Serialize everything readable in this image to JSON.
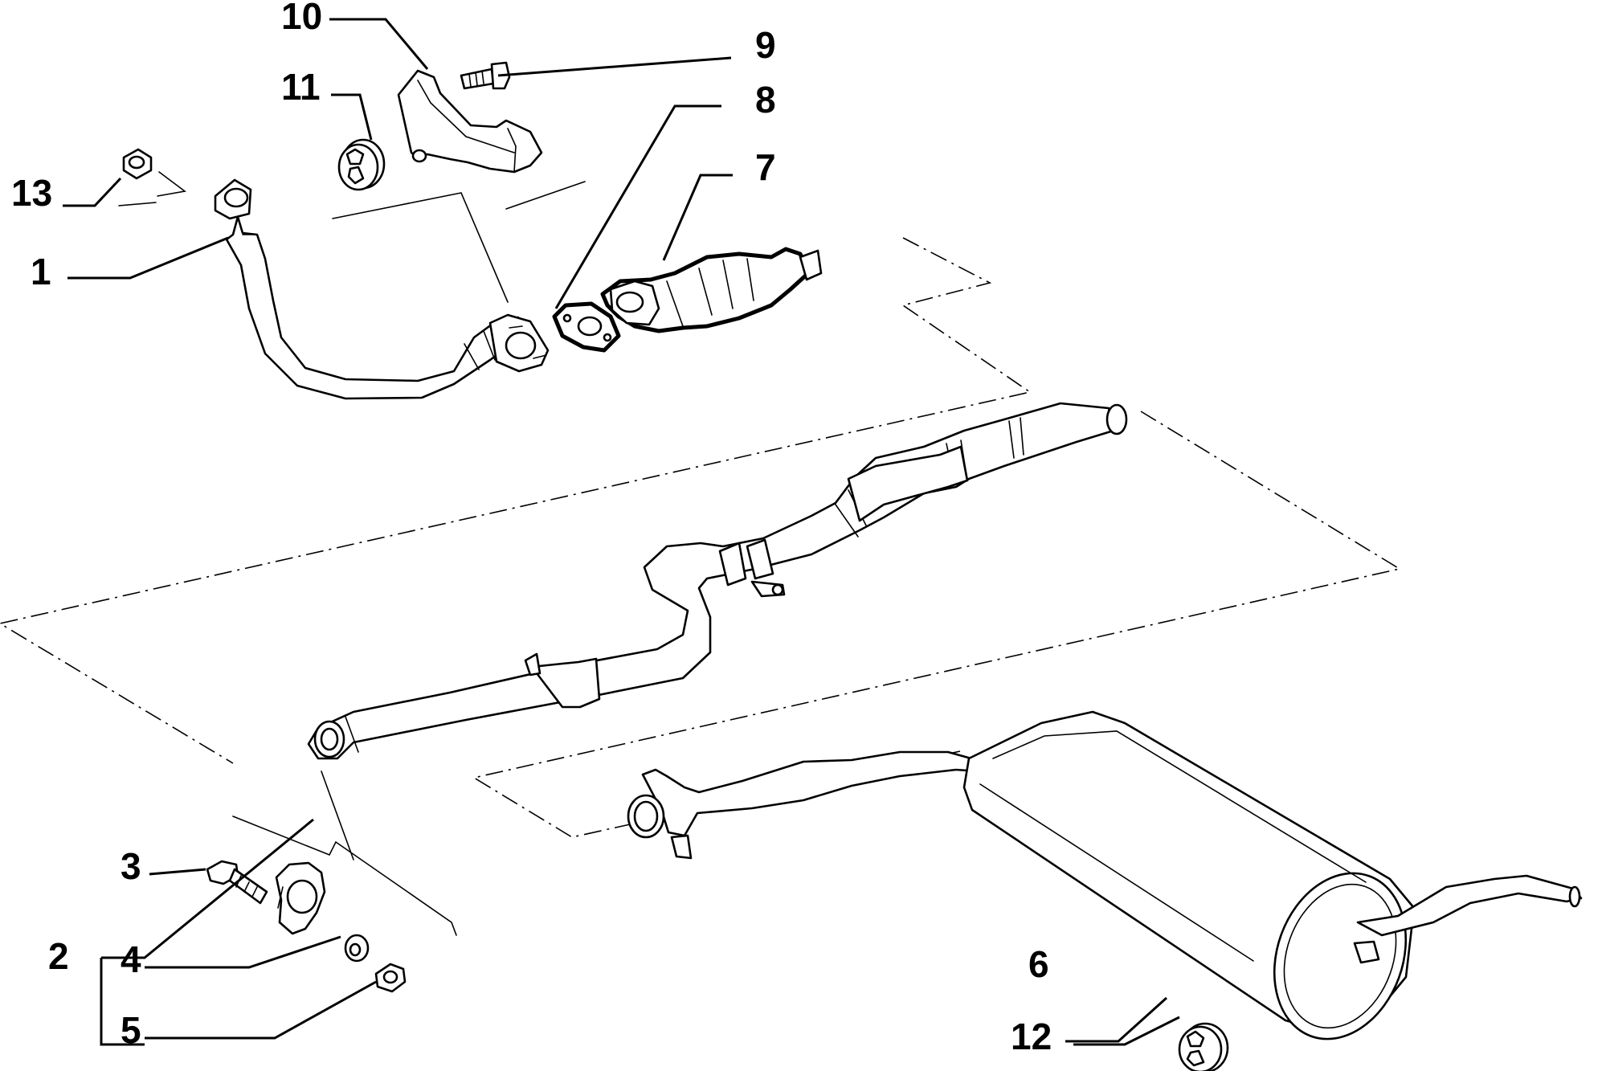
{
  "diagram": {
    "callouts": [
      {
        "id": "1",
        "label": "1"
      },
      {
        "id": "2",
        "label": "2"
      },
      {
        "id": "3",
        "label": "3"
      },
      {
        "id": "4",
        "label": "4"
      },
      {
        "id": "5",
        "label": "5"
      },
      {
        "id": "6",
        "label": "6"
      },
      {
        "id": "7",
        "label": "7"
      },
      {
        "id": "8",
        "label": "8"
      },
      {
        "id": "9",
        "label": "9"
      },
      {
        "id": "10",
        "label": "10"
      },
      {
        "id": "11",
        "label": "11"
      },
      {
        "id": "12",
        "label": "12"
      },
      {
        "id": "13",
        "label": "13"
      }
    ]
  }
}
